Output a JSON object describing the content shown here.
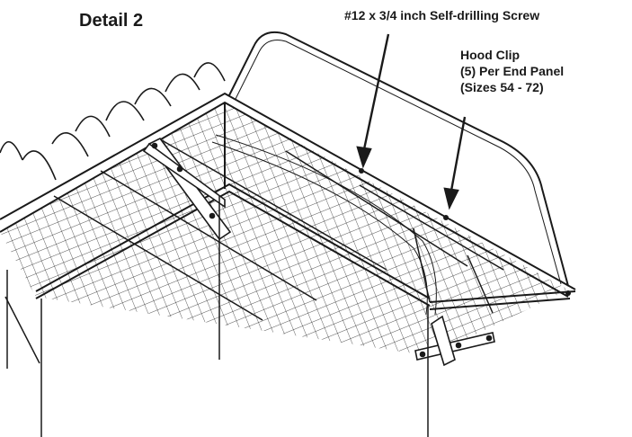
{
  "detail_title": "Detail 2",
  "callouts": {
    "screw": "#12 x 3/4 inch Self-drilling Screw",
    "hood_clip": [
      "Hood Clip",
      "(5) Per End Panel",
      "(Sizes 54 - 72)"
    ]
  },
  "colors": {
    "ink": "#1a1a1a",
    "background": "#ffffff"
  }
}
